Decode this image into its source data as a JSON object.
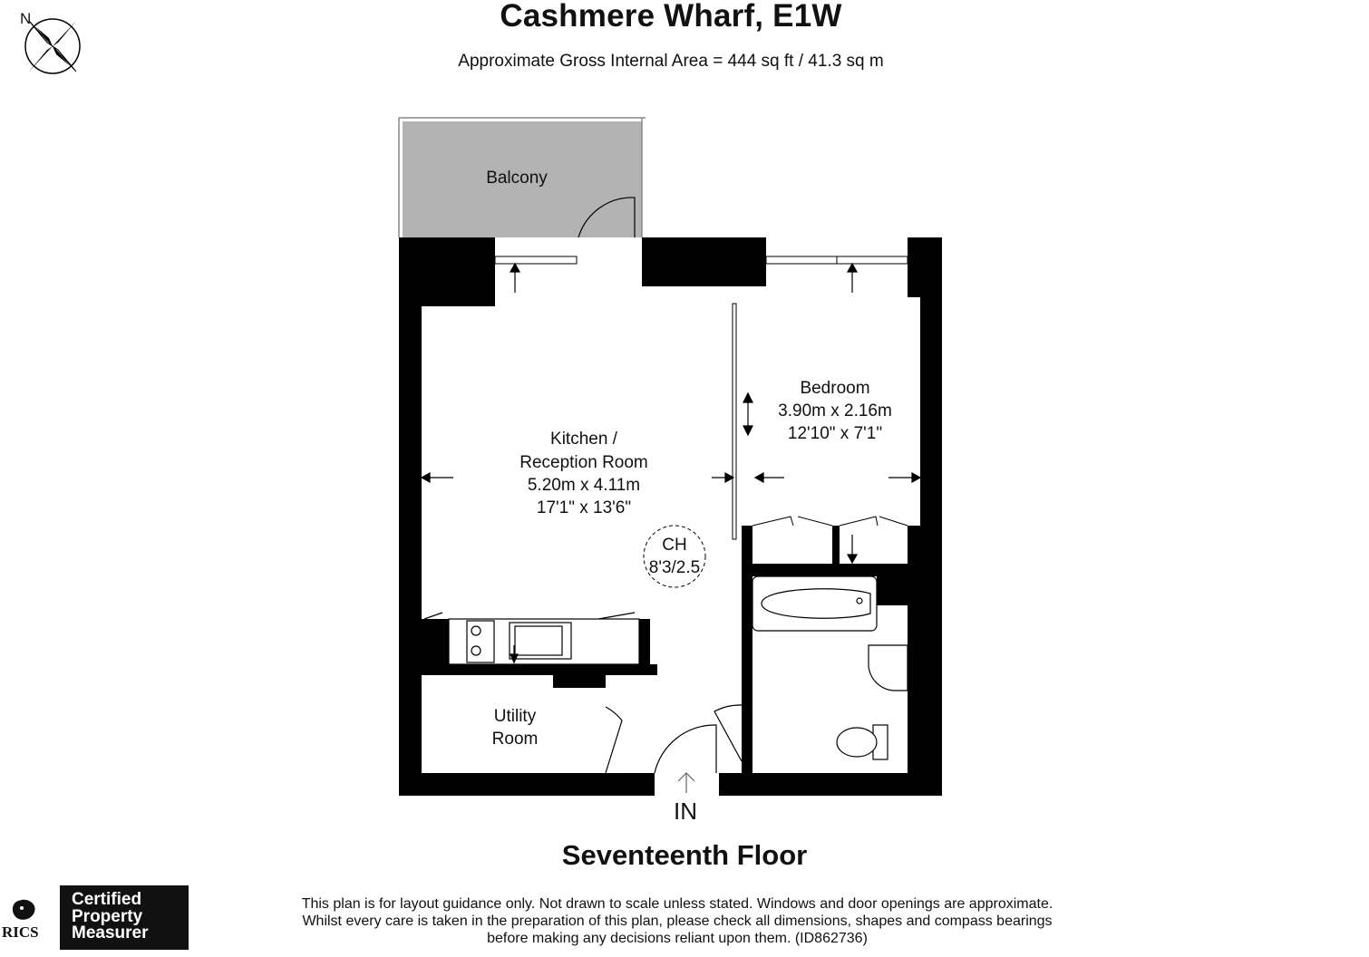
{
  "header": {
    "title": "Cashmere Wharf, E1W",
    "subtitle": "Approximate Gross Internal Area = 444 sq ft / 41.3 sq m"
  },
  "compass": {
    "north_label": "N",
    "icon": "compass-rose-icon"
  },
  "rooms": {
    "balcony": {
      "name": "Balcony"
    },
    "bedroom": {
      "name": "Bedroom",
      "dims_metric": "3.90m x 2.16m",
      "dims_imperial": "12'10\" x 7'1\""
    },
    "kitchen": {
      "name_line1": "Kitchen /",
      "name_line2": "Reception Room",
      "dims_metric": "5.20m x 4.11m",
      "dims_imperial": "17'1\" x 13'6\""
    },
    "utility": {
      "name_line1": "Utility",
      "name_line2": "Room"
    },
    "ceiling_height": {
      "line1": "CH",
      "line2": "8'3/2.5"
    }
  },
  "entrance": {
    "label": "IN"
  },
  "floor": {
    "label": "Seventeenth Floor"
  },
  "footer": {
    "disclaimer": "This plan is for layout guidance only. Not drawn to scale unless stated. Windows and door openings are approximate. Whilst every care is taken in the preparation of this plan, please check all dimensions, shapes and compass bearings before making any decisions reliant upon them. (ID862736)",
    "badge_lines": [
      "Certified",
      "Property",
      "Measurer"
    ],
    "rics_label": "RICS",
    "rics_icon": "rics-lion-icon"
  },
  "colors": {
    "wall": "#000000",
    "balcony_fill": "#b3b3b3",
    "text": "#111111"
  }
}
